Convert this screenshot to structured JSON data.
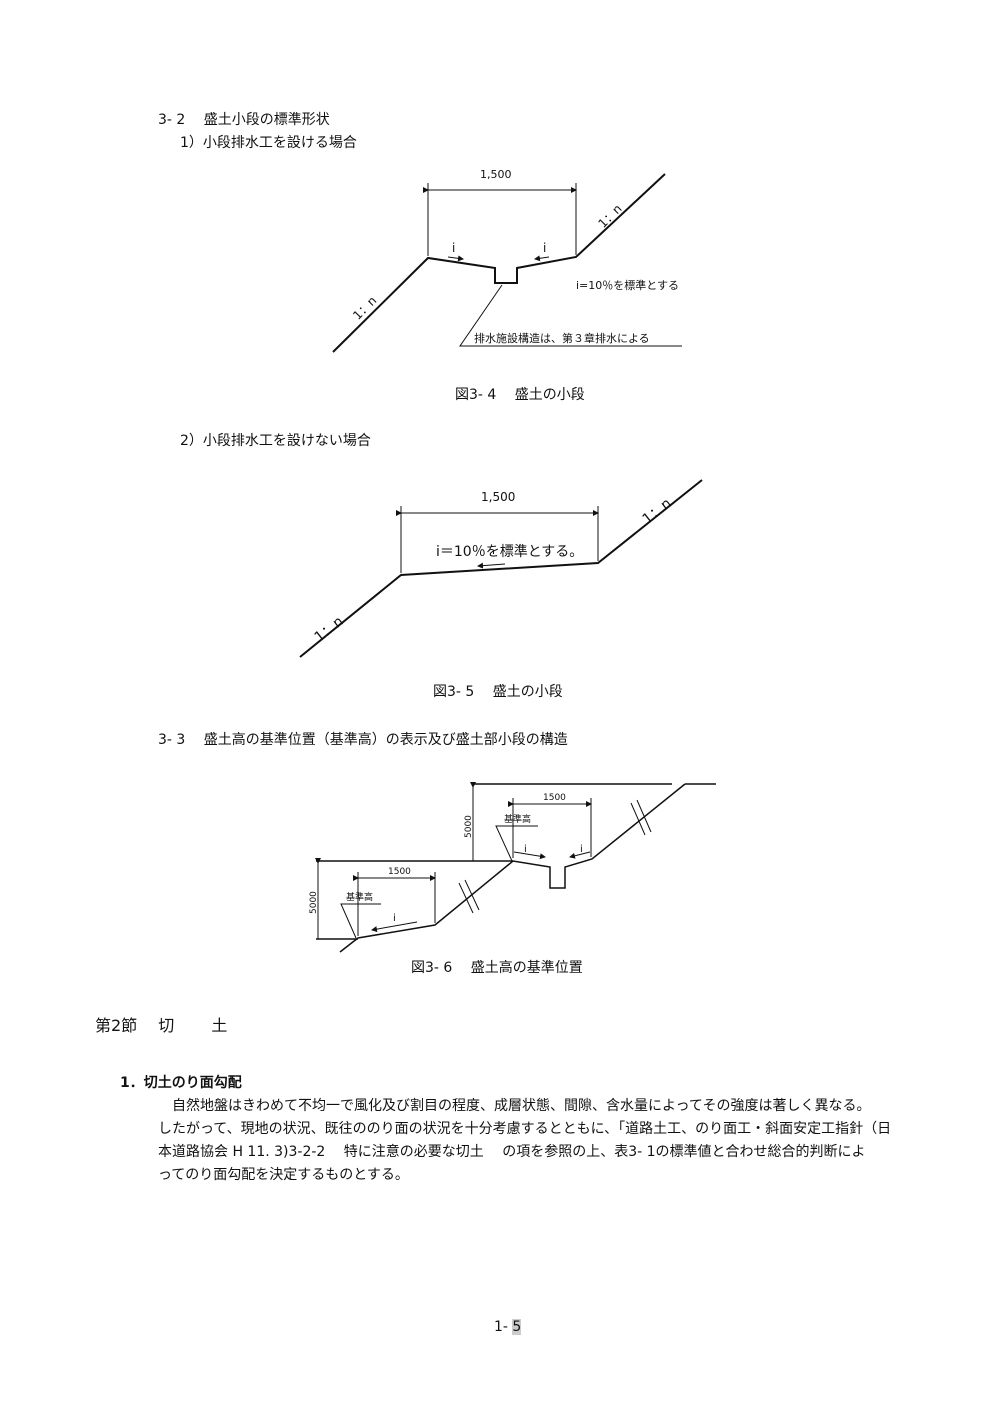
{
  "section_3_2": {
    "heading": "3- 2　 盛土小段の標準形状",
    "sub1": "1）小段排水工を設ける場合",
    "sub2": "2）小段排水工を設けない場合"
  },
  "figure_3_4": {
    "caption": "図3- 4　 盛土の小段",
    "dimension": "1,500",
    "slope_left": "1：n",
    "slope_right": "1：n",
    "gradient_left": "i",
    "gradient_right": "i",
    "gradient_note": "i=10％を標準とする",
    "drain_note": "排水施設構造は、第３章排水による"
  },
  "figure_3_5": {
    "caption": "図3- 5　 盛土の小段",
    "dimension": "1,500",
    "slope_left": "1：n",
    "slope_right": "1：n",
    "gradient_note": "i＝10％を標準とする。"
  },
  "section_3_3": {
    "heading": "3- 3　 盛土高の基準位置（基準高）の表示及び盛土部小段の構造"
  },
  "figure_3_6": {
    "caption": "図3- 6　 盛土高の基準位置",
    "height_upper": "5000",
    "height_lower": "5000",
    "width_upper": "1500",
    "width_lower": "1500",
    "ref_upper": "基準高",
    "ref_lower": "基準高",
    "i_upper_left": "i",
    "i_upper_right": "i",
    "i_lower": "i"
  },
  "section_2": {
    "title": "第2節　 切　　 土",
    "item_heading": "1．切土のり面勾配",
    "paragraph": [
      "自然地盤はきわめて不均一で風化及び割目の程度、成層状態、間隙、含水量によってその強度は著しく異なる。",
      "したがって、現地の状況、既往ののり面の状況を十分考慮するとともに、「道路土工、のり面工・斜面安定工指針（日",
      "本道路協会 H 11. 3)3-2-2　 特に注意の必要な切土　 の項を参照の上、表3- 1の標準値と合わせ総合的判断によ",
      "ってのり面勾配を決定するものとする。"
    ]
  },
  "footer": {
    "page_prefix": "1-",
    "page_number": "5"
  }
}
